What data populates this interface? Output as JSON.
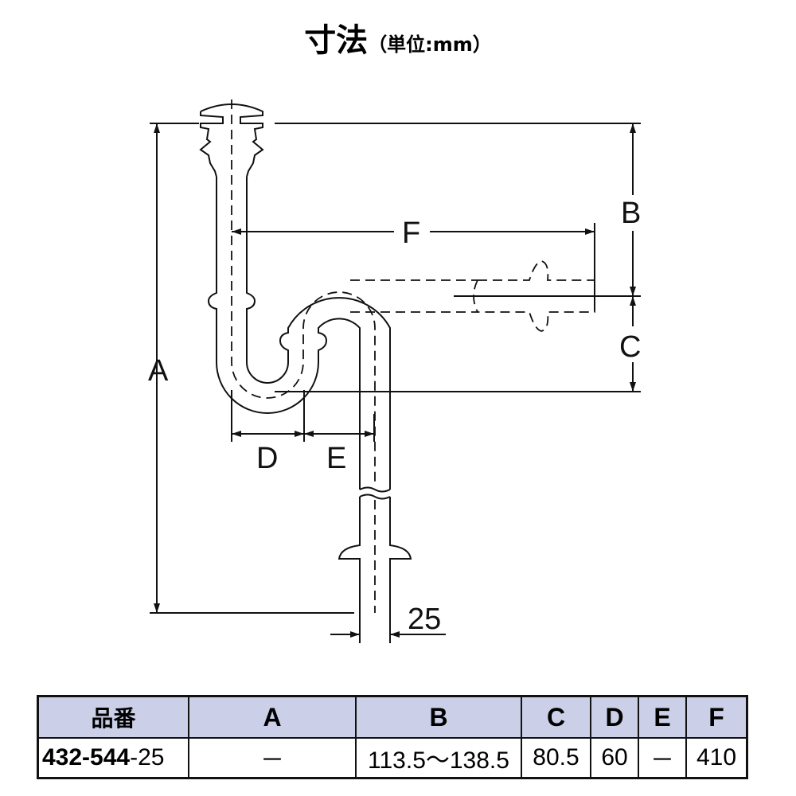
{
  "title": {
    "main": "寸法",
    "unit": "（単位:mm）"
  },
  "diagram": {
    "labels": {
      "A": "A",
      "B": "B",
      "C": "C",
      "D": "D",
      "E": "E",
      "F": "F",
      "pipe_diameter": "25"
    }
  },
  "table": {
    "headers": [
      "品番",
      "A",
      "B",
      "C",
      "D",
      "E",
      "F"
    ],
    "rows": [
      {
        "part_prefix": "432-544",
        "part_suffix": "-25",
        "A": "－",
        "B": "113.5～138.5",
        "C": "80.5",
        "D": "60",
        "E": "－",
        "F": "410"
      }
    ]
  }
}
